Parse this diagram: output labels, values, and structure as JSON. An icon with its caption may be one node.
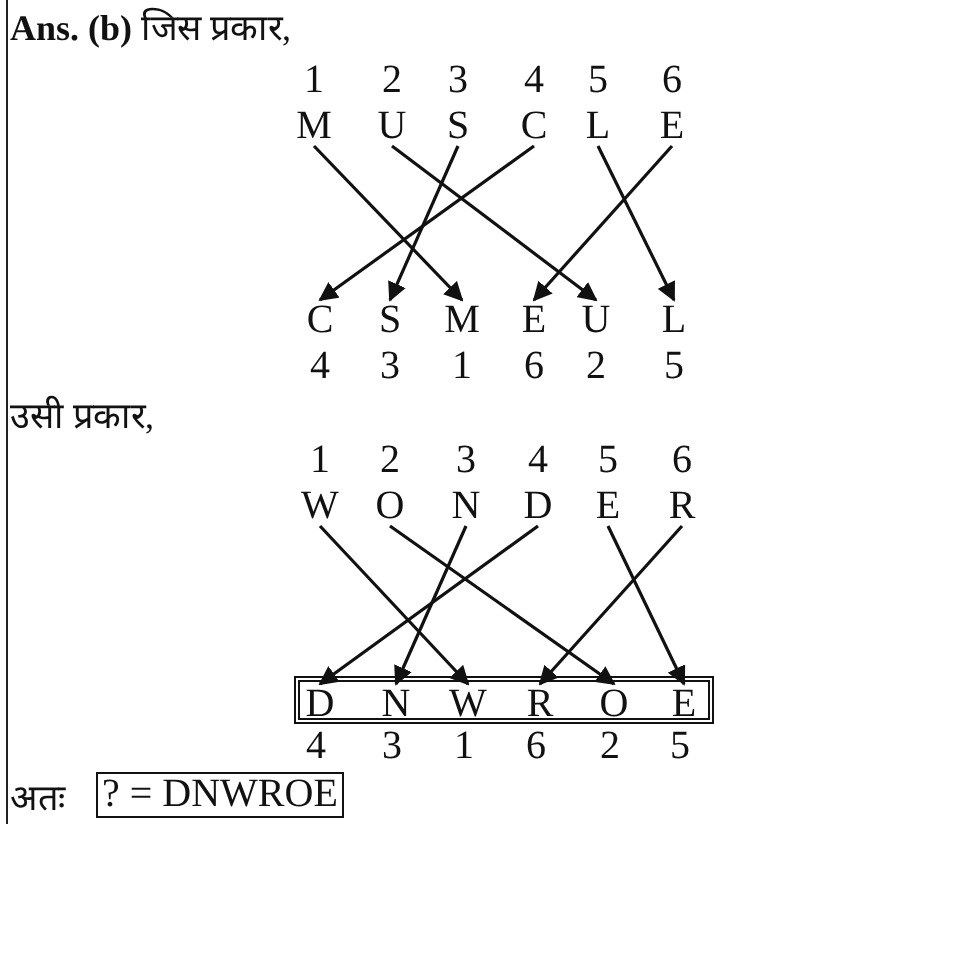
{
  "diagram": {
    "nodes": [
      {
        "text": [
          "M"
        ],
        "beside": [
          "1"
        ]
      },
      {
        "text": [
          "U"
        ],
        "beside": [
          "2"
        ]
      },
      {
        "text": [
          "S"
        ],
        "beside": [
          "3"
        ]
      },
      {
        "text": [
          "C"
        ],
        "beside": [
          "4"
        ]
      },
      {
        "text": [
          "L"
        ],
        "beside": [
          "5"
        ]
      },
      {
        "text": [
          "E"
        ],
        "beside": [
          "6"
        ]
      },
      {
        "text": [
          "C"
        ],
        "beside": [
          "4"
        ]
      },
      {
        "text": [
          "S"
        ],
        "beside": [
          "3"
        ]
      },
      {
        "text": [
          "M"
        ],
        "beside": [
          "1"
        ]
      },
      {
        "text": [
          "E"
        ],
        "beside": [
          "6"
        ]
      },
      {
        "text": [
          "U"
        ],
        "beside": [
          "2"
        ]
      },
      {
        "text": [
          "L"
        ],
        "beside": [
          "5"
        ]
      },
      {
        "text": [
          "W"
        ],
        "beside": [
          "1"
        ]
      },
      {
        "text": [
          "O"
        ],
        "beside": [
          "2"
        ]
      },
      {
        "text": [
          "N"
        ],
        "beside": [
          "3"
        ]
      },
      {
        "text": [
          "D"
        ],
        "beside": [
          "4"
        ]
      },
      {
        "text": [
          "E"
        ],
        "beside": [
          "5"
        ]
      },
      {
        "text": [
          "R"
        ],
        "beside": [
          "6"
        ]
      },
      {
        "text": [],
        "shape": "box"
      },
      {
        "text": [
          "D"
        ],
        "beside": [
          "4"
        ],
        "in": 18
      },
      {
        "text": [
          "N"
        ],
        "beside": [
          "3"
        ],
        "in": 18
      },
      {
        "text": [
          "W"
        ],
        "beside": [
          "1"
        ],
        "in": 18
      },
      {
        "text": [
          "R"
        ],
        "beside": [
          "6"
        ],
        "in": 18
      },
      {
        "text": [
          "O"
        ],
        "beside": [
          "2"
        ],
        "in": 18
      },
      {
        "text": [
          "E"
        ],
        "beside": [
          "5"
        ],
        "in": 18
      },
      {
        "text": [
          "? = DNWROE"
        ]
      }
    ],
    "edges": [
      {
        "from": 0,
        "to": 8,
        "arrow": "to"
      },
      {
        "from": 1,
        "to": 10,
        "arrow": "to"
      },
      {
        "from": 2,
        "to": 7,
        "arrow": "to"
      },
      {
        "from": 3,
        "to": 6,
        "arrow": "to"
      },
      {
        "from": 4,
        "to": 11,
        "arrow": "to"
      },
      {
        "from": 5,
        "to": 9,
        "arrow": "to"
      },
      {
        "from": 12,
        "to": 21,
        "arrow": "to"
      },
      {
        "from": 13,
        "to": 23,
        "arrow": "to"
      },
      {
        "from": 14,
        "to": 20,
        "arrow": "to"
      },
      {
        "from": 15,
        "to": 19,
        "arrow": "to"
      },
      {
        "from": 16,
        "to": 24,
        "arrow": "to"
      },
      {
        "from": 17,
        "to": 22,
        "arrow": "to"
      }
    ],
    "labels": [
      "**Ans. (b)** जिस प्रकार,",
      "उसी प्रकार,",
      "अतः"
    ]
  }
}
